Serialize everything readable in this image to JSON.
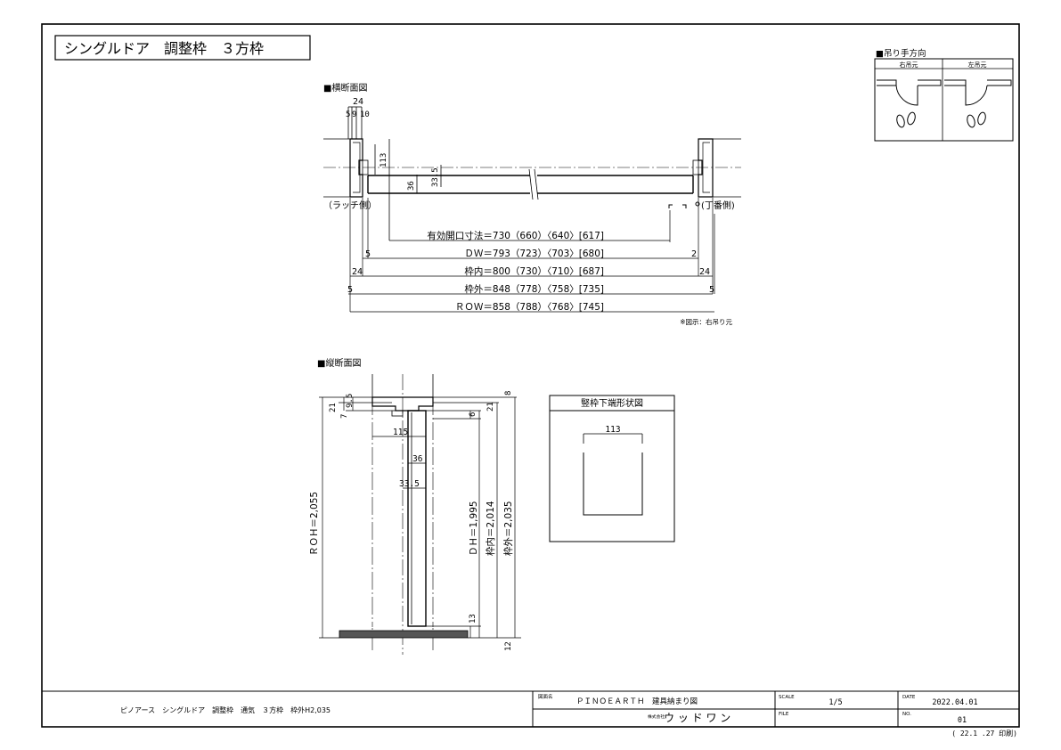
{
  "title": "シングルドア　調整枠　３方枠",
  "hinge_direction": {
    "heading": "■吊り手方向",
    "right_label": "右吊元",
    "left_label": "左吊元"
  },
  "horizontal_section": {
    "heading": "■横断面図",
    "dim_24": "24",
    "dim_5": "5",
    "dim_9": "9",
    "dim_10": "10",
    "dim_113": "113",
    "dim_36": "36",
    "dim_33_5": "33.5",
    "latch_side": "（ラッチ側）",
    "hinge_side": "(丁番側)",
    "effective_opening": "有効開口寸法＝730（660）〈640〉[617]",
    "dw": "ＤＷ＝793（723）〈703〉[680]",
    "frame_inner": "枠内＝800（730）〈710〉[687]",
    "frame_outer": "枠外＝848（778）〈758〉[735]",
    "row": "ＲＯＷ＝858（788）〈768〉[745]",
    "side_5_left": "5",
    "side_2_right": "2",
    "side_24_left": "24",
    "side_24_right": "24",
    "side_5_outer_left": "5",
    "side_5_outer_right": "5",
    "note": "※図示：右吊り元"
  },
  "vertical_section": {
    "heading": "■縦断面図",
    "dim_21_left": "21",
    "dim_7": "7",
    "dim_9_5": "9.5",
    "dim_115": "115",
    "dim_36": "36",
    "dim_33_5": "33.5",
    "dim_8": "8",
    "dim_21_right": "21",
    "dim_6": "6",
    "dim_13": "13",
    "dim_12": "12",
    "roh": "ＲＯＨ＝2,055",
    "dh": "ＤＨ＝1,995",
    "frame_inner_h": "枠内＝2,014",
    "frame_outer_h": "枠外＝2,035"
  },
  "bottom_shape": {
    "heading": "竪枠下端形状図",
    "dim_113": "113"
  },
  "title_block": {
    "description": "ピノアース　シングルドア　調整枠　通気　３方枠　枠外H2,035",
    "drawing_name_label": "図面名",
    "drawing_name": "ＰＩＮＯＥＡＲＴＨ　建具納まり図",
    "company_prefix": "株式会社",
    "company": "ウ ッ ド ワ ン",
    "scale_label": "SCALE",
    "scale": "1/5",
    "file_label": "FILE",
    "file": "",
    "date_label": "DATE",
    "date": "2022.04.01",
    "no_label": "NO.",
    "no": "01",
    "print_note": "( 22.1 .27 印刷)"
  }
}
